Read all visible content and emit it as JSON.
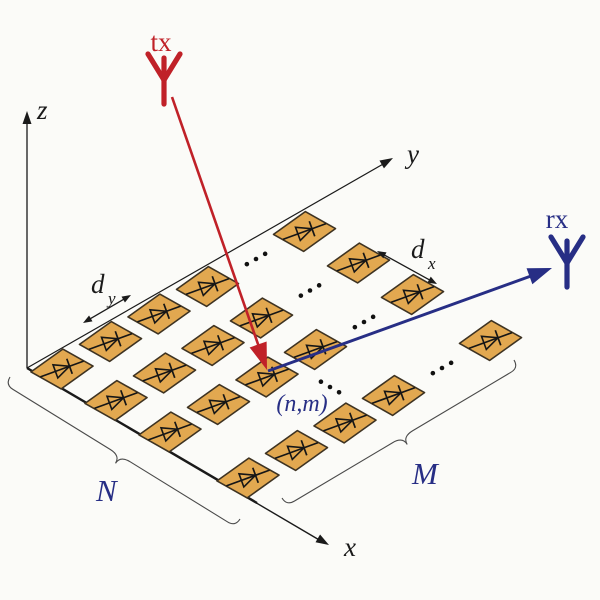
{
  "diagram": {
    "background_color": "#FBFBF8",
    "colors": {
      "tx_red": "#C02128",
      "rx_navy": "#272E85",
      "patch_fill": "#E2A850",
      "patch_border": "#3E3322",
      "line_black": "#1A1A1A",
      "brace_gray": "#4A4A4A"
    },
    "axes": {
      "z_label": "z",
      "y_label": "y",
      "x_label": "x"
    },
    "transmitter": {
      "label": "tx",
      "icon": "antenna-icon"
    },
    "receiver": {
      "label": "rx",
      "icon": "antenna-icon"
    },
    "element_index_label": "(n,m)",
    "row_dimension_label": "N",
    "column_dimension_label": "M",
    "element_spacing_y": {
      "symbol": "d",
      "subscript": "y"
    },
    "element_spacing_x": {
      "symbol": "d",
      "subscript": "x"
    },
    "ellipsis_icon": "dots-icon"
  }
}
